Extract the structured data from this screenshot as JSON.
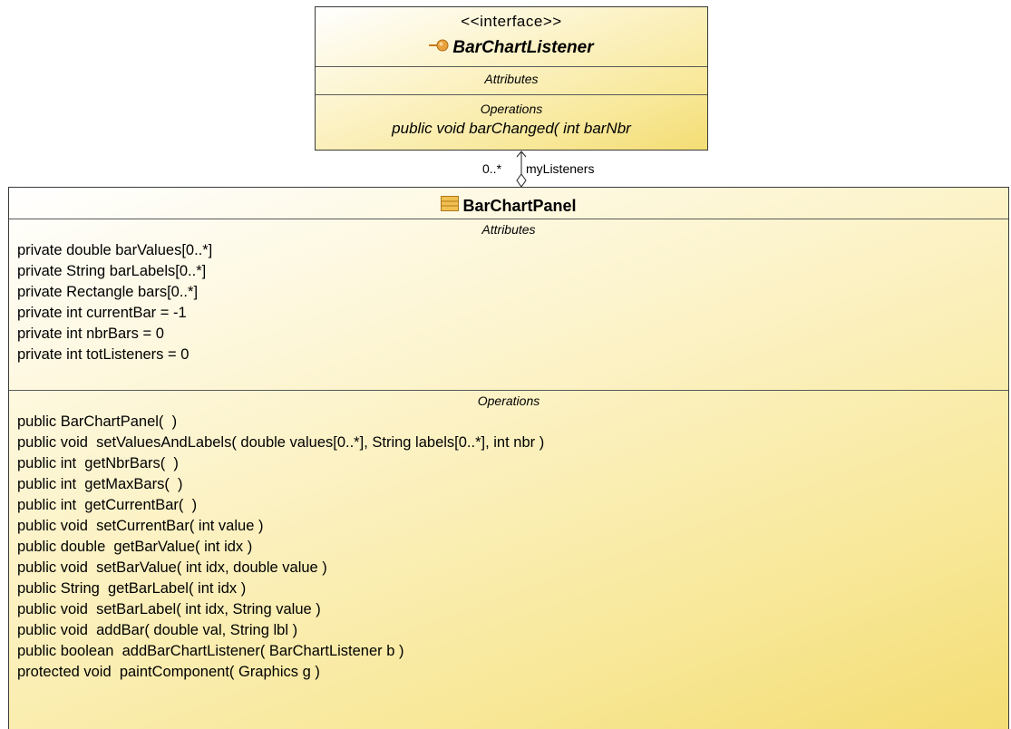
{
  "interface": {
    "stereotype": "<<interface>>",
    "name": "BarChartListener",
    "attributes_header": "Attributes",
    "operations_header": "Operations",
    "operations": [
      "public void  barChanged( int barNbr"
    ]
  },
  "association": {
    "multiplicity": "0..*",
    "role": "myListeners"
  },
  "class": {
    "name": "BarChartPanel",
    "attributes_header": "Attributes",
    "attributes": [
      "private double barValues[0..*]",
      "private String barLabels[0..*]",
      "private Rectangle bars[0..*]",
      "private int currentBar = -1",
      "private int nbrBars = 0",
      "private int totListeners = 0"
    ],
    "operations_header": "Operations",
    "operations": [
      "public BarChartPanel(  )",
      "public void  setValuesAndLabels( double values[0..*], String labels[0..*], int nbr )",
      "public int  getNbrBars(  )",
      "public int  getMaxBars(  )",
      "public int  getCurrentBar(  )",
      "public void  setCurrentBar( int value )",
      "public double  getBarValue( int idx )",
      "public void  setBarValue( int idx, double value )",
      "public String  getBarLabel( int idx )",
      "public void  setBarLabel( int idx, String value )",
      "public void  addBar( double val, String lbl )",
      "public boolean  addBarChartListener( BarChartListener b )",
      "protected void  paintComponent( Graphics g )"
    ]
  },
  "colors": {
    "fill_light": "#fdf6d6",
    "fill_dark": "#f4dd74",
    "icon_orange": "#e8a33c",
    "icon_class": "#e0a030",
    "border": "#3a3a3a"
  },
  "icons": {
    "interface_icon": "interface-lollipop-icon",
    "class_icon": "class-icon"
  }
}
